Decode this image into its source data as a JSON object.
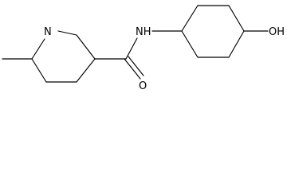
{
  "molecule": {
    "atoms": {
      "amine_n": "N",
      "amide_nh": "NH",
      "carbonyl_o": "O",
      "hydroxyl": "OH"
    }
  },
  "colors": {
    "bond": "#000000",
    "text": "#000000",
    "background": "#ffffff"
  }
}
